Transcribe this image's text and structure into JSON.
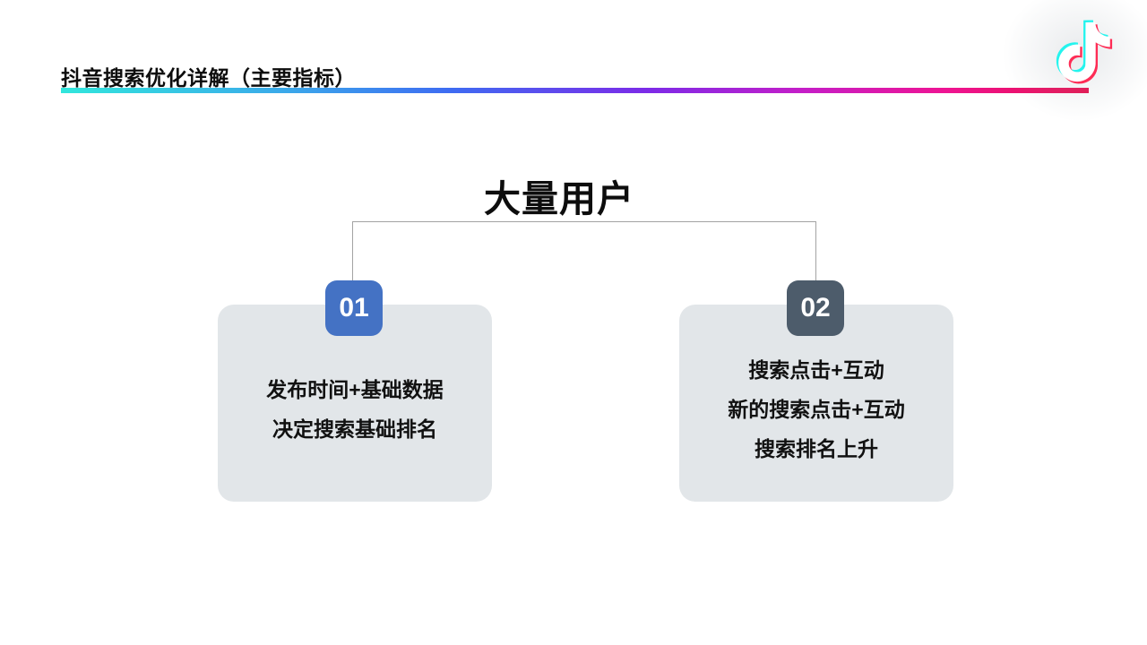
{
  "header": {
    "title": "抖音搜索优化详解（主要指标）"
  },
  "logo": {
    "icon": "douyin-note-icon"
  },
  "diagram": {
    "root_label": "大量用户",
    "nodes": [
      {
        "badge": "01",
        "badge_color": "#4472c4",
        "lines": [
          "发布时间+基础数据",
          "决定搜索基础排名"
        ]
      },
      {
        "badge": "02",
        "badge_color": "#4d5c6b",
        "lines": [
          "搜索点击+互动",
          "新的搜索点击+互动",
          "搜索排名上升"
        ]
      }
    ]
  },
  "colors": {
    "underline_gradient_stops": [
      "#31e6dc 0%",
      "#3ba8ea 22%",
      "#3e6bf2 38%",
      "#7c2be8 57%",
      "#c41ec8 72%",
      "#ee1493 86%",
      "#e8104e 100%"
    ],
    "card_background": "#e2e6e9",
    "connector": "#a3a3a3",
    "text": "#0d0d0d",
    "logo_cyan": "#25f4ee",
    "logo_red": "#fe2c55",
    "logo_body": "#ffffff"
  }
}
